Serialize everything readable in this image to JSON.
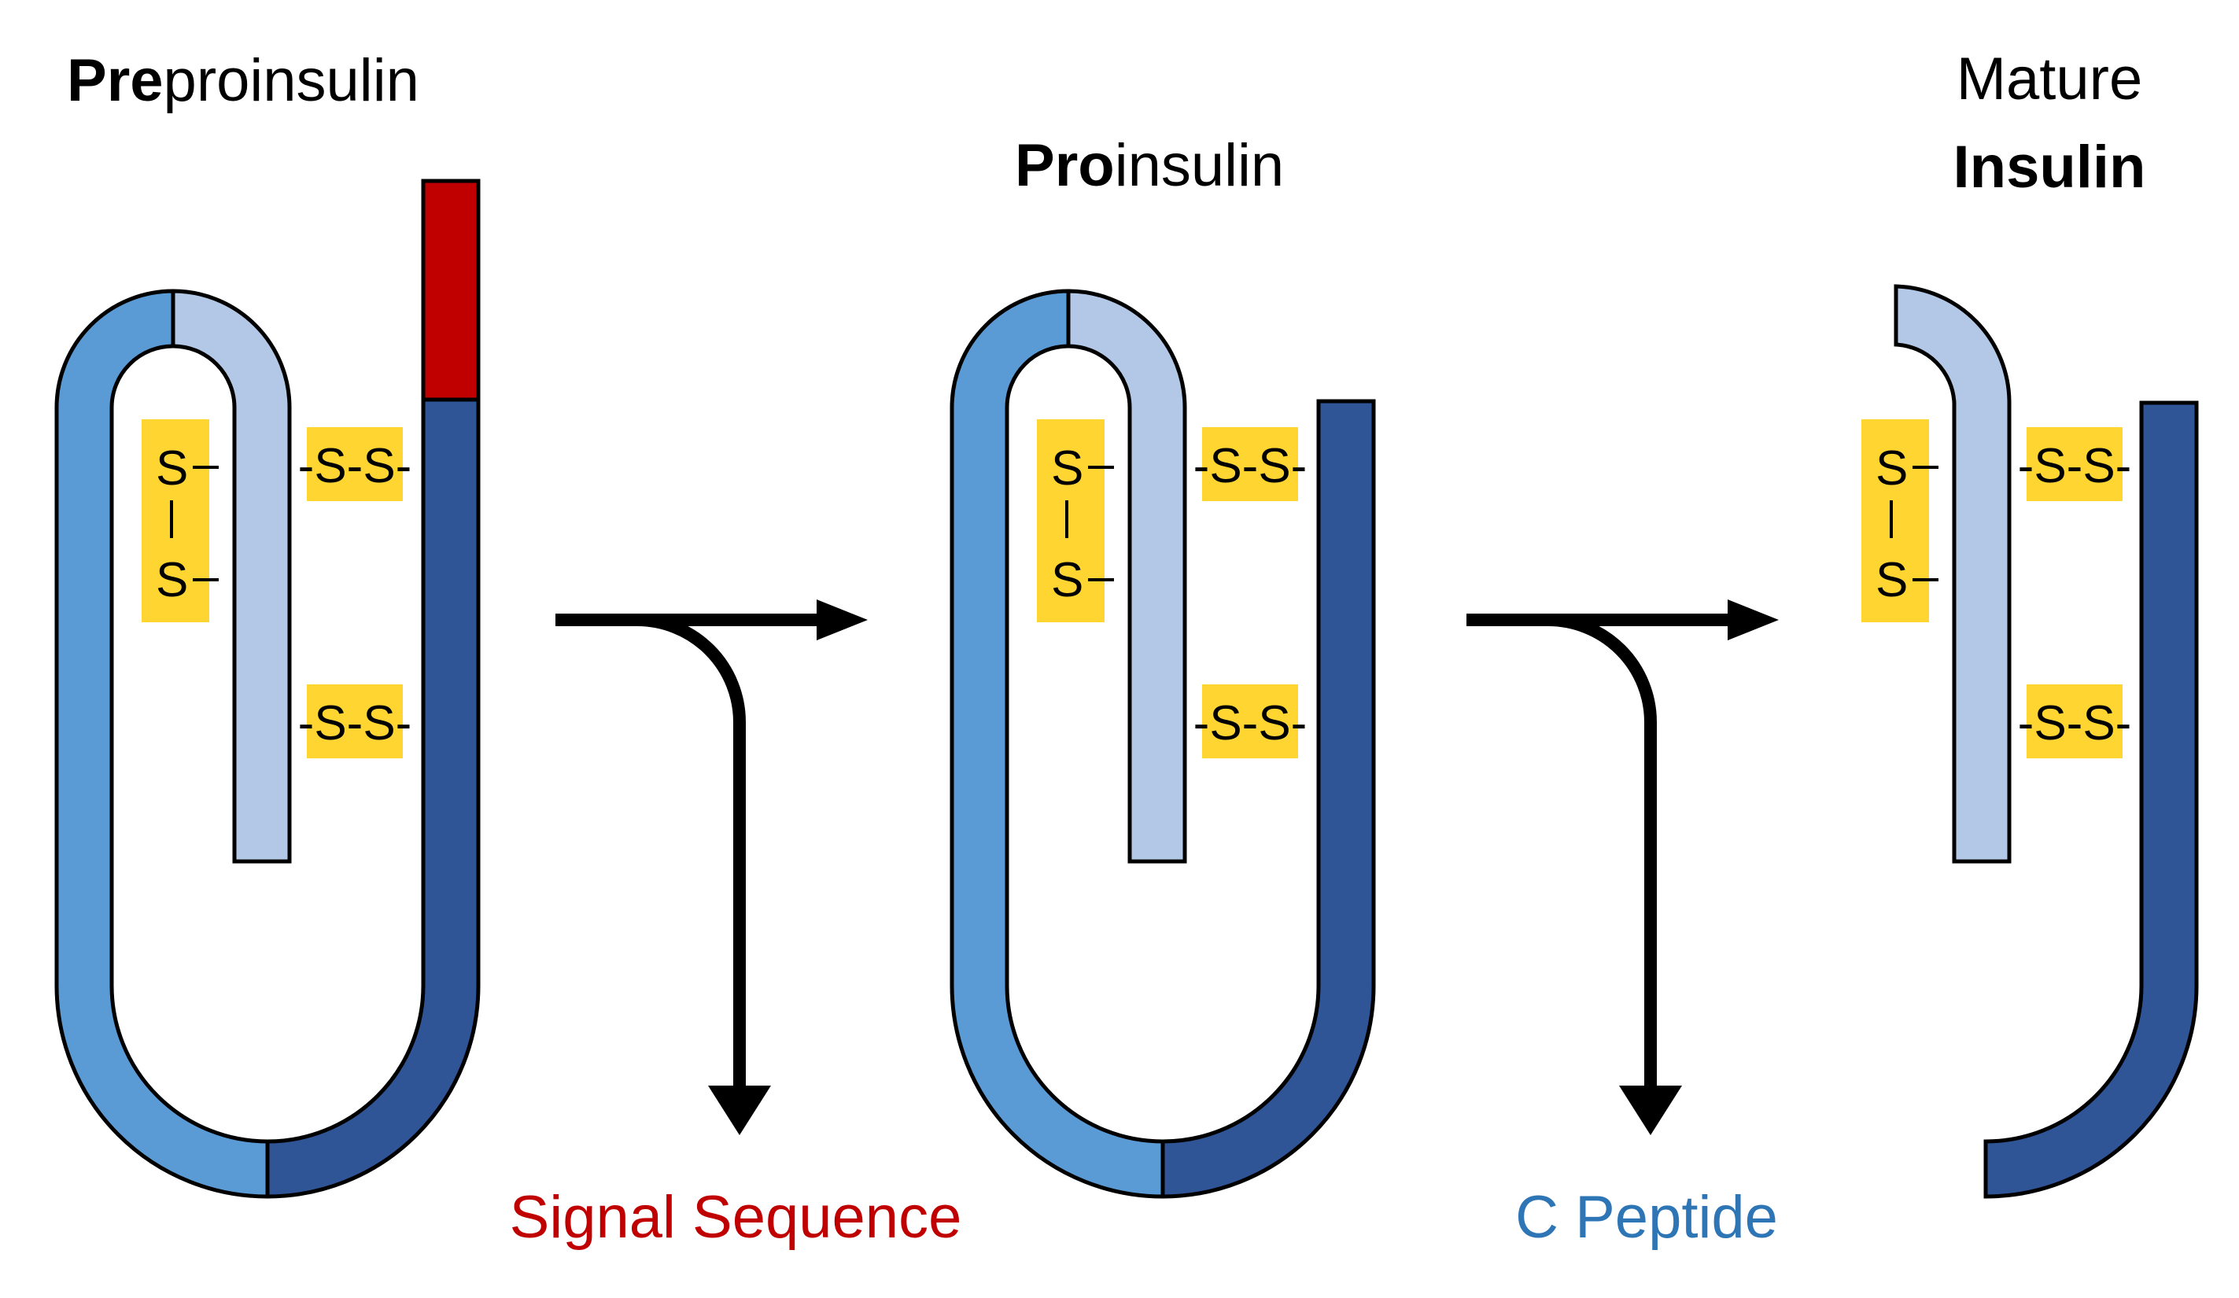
{
  "labels": {
    "preproinsulin_bold": "Pre",
    "preproinsulin_rest": "proinsulin",
    "proinsulin_bold": "Pro",
    "proinsulin_rest": "insulin",
    "mature_line1": "Mature",
    "mature_line2": "Insulin",
    "signal_sequence": "Signal Sequence",
    "c_peptide": "C Peptide"
  },
  "disulfide": {
    "s": "S",
    "pair": "-S-S-"
  },
  "colors": {
    "a_chain_light": "#b3c7e6",
    "c_peptide_mid": "#5b9bd5",
    "b_chain_dark": "#2f5597",
    "signal_red": "#c00000",
    "bond_yellow": "#ffd531",
    "signal_text": "#c00000",
    "c_peptide_text": "#2e75b6",
    "outline": "#000000",
    "arrow": "#000000"
  }
}
